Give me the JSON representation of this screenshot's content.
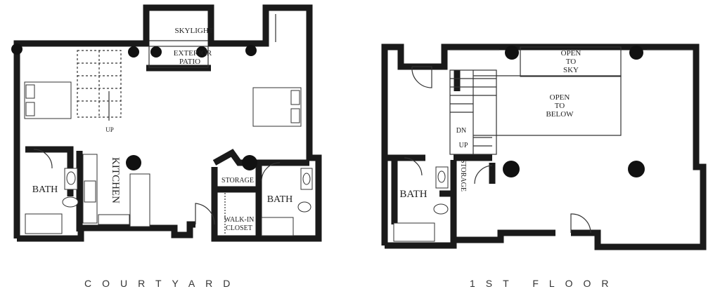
{
  "plans": [
    {
      "caption": "COURTYARD",
      "rooms": {
        "skylight": "SKYLIGHT",
        "exterior_patio_1": "EXTERIOR",
        "exterior_patio_2": "PATIO",
        "kitchen": "KITCHEN",
        "bath_left": "BATH",
        "bath_right": "BATH",
        "storage": "STORAGE",
        "walk_in_1": "WALK-IN",
        "walk_in_2": "CLOSET",
        "stair_up": "UP"
      }
    },
    {
      "caption": "1ST FLOOR",
      "rooms": {
        "open_sky_1": "OPEN",
        "open_sky_2": "TO",
        "open_sky_3": "SKY",
        "open_below_1": "OPEN",
        "open_below_2": "TO",
        "open_below_3": "BELOW",
        "bath": "BATH",
        "storage": "STORAGE",
        "stair_dn": "DN",
        "stair_up": "UP"
      }
    }
  ]
}
